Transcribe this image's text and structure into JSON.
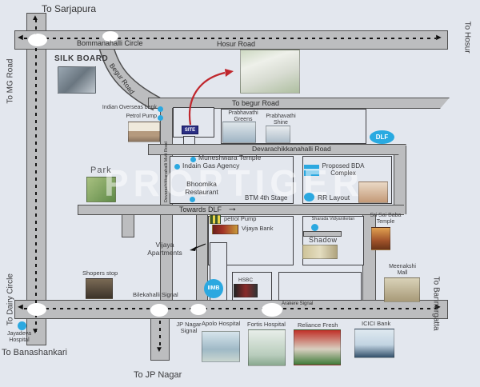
{
  "map": {
    "watermark": "PROPTIGER",
    "colors": {
      "background": "#e3e7ee",
      "road_fill": "#bcbdbf",
      "road_border": "#4f4f4f",
      "poi_dot": "#2ba8e0",
      "site_badge": "#2b2f84",
      "badge_blue": "#29aae1",
      "route_arrow_red": "#c0272d"
    },
    "edge_labels": {
      "top": "To Sarjapura",
      "left_upper": "To MG Road",
      "left_lower": "To Dairy Circle",
      "bottom_left": "To Banashankari",
      "bottom_center": "To JP Nagar",
      "right_upper": "To Hosur",
      "right_lower": "To Bannergatta"
    },
    "roads": {
      "hosur": "Hosur Road",
      "bommanahalli_circle": "Bommanahalli Circle",
      "begur": "Begur Road",
      "to_begur": "To begur Road",
      "devarachikkanahalli": "Devarachikkanahalli Road",
      "mutt": "Devarachikkanahalli Mutt Road",
      "towards_dlf": "Towards DLF",
      "towards_dlf_arrow": "→"
    },
    "signals": {
      "bilekahalli": "Bilekahalli Signal",
      "jp_nagar": "JP Nagar Signal",
      "arakere": "Arakere Signal"
    },
    "site_label": "SITE",
    "badges": {
      "dlf": "DLF",
      "iimb": "IIMB"
    },
    "places": {
      "silk_board": "SILK BOARD",
      "indian_overseas_bank": "Indian Overseas bank",
      "petrol_pump_north": "Petrol Pump",
      "prabhavathi_greens": "Prabhavathi Greens",
      "prabhavathi_shine": "Prabhavathi Shine",
      "muneshwara_temple": "Muneshwara Temple",
      "indain_gas_agency": "Indain Gas Agency",
      "bhoomika_restaurant": "Bhoomika Restaurant",
      "park": "Park",
      "btm_4th_stage": "BTM 4th Stage",
      "proposed_bda_complex": "Proposed BDA Complex",
      "rr_layout": "RR Layout",
      "petrol_pump_mid": "petrol Pump",
      "vijaya_bank": "Vijaya Bank",
      "vijaya_apartments": "Vijaya Apartments",
      "sharada_vidyaniketan": "Sharada Vidyaniketan",
      "shadow": "Shadow",
      "sri_sai_baba_temple": "Sri Sai Baba Temple",
      "meenakshi_mall": "Meenakshi Mall",
      "shopers_stop": "Shopers stop",
      "jayadeva_hospital": "Jayadeva Hospital",
      "hsbc": "HSBC",
      "apolo_hospital": "Apolo Hospital",
      "fortis_hospital": "Fortis Hospital",
      "reliance_fresh": "Reliance Fresh",
      "icici_bank": "ICICI Bank"
    }
  }
}
